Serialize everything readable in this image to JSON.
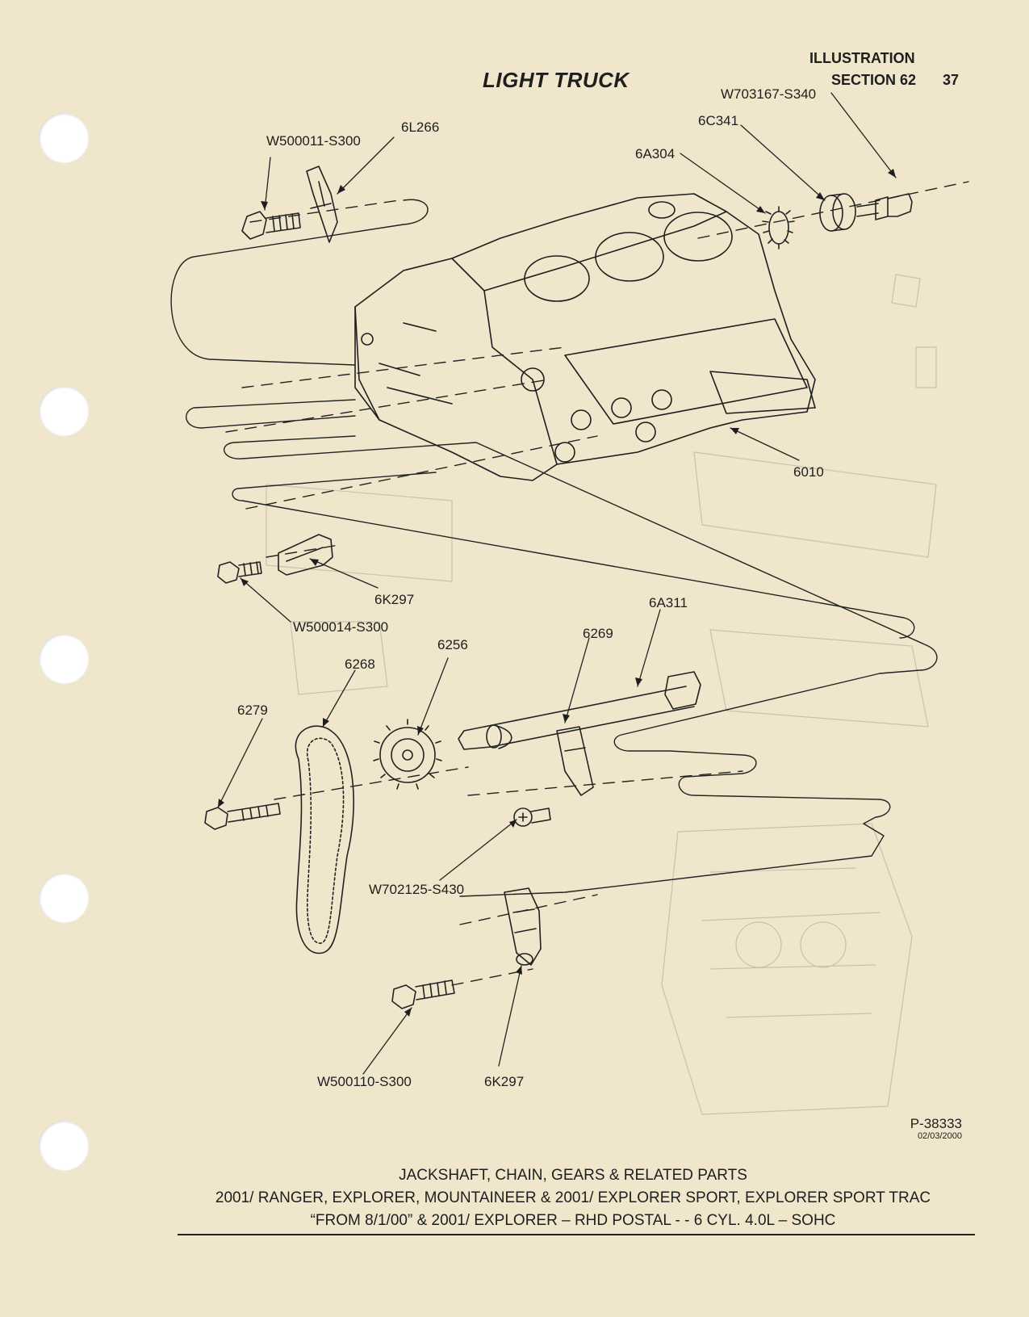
{
  "header": {
    "title": "LIGHT TRUCK",
    "illustration": "ILLUSTRATION",
    "section": "SECTION 62",
    "page_number": "37"
  },
  "parts": [
    {
      "id": "W500011-S300"
    },
    {
      "id": "6L266"
    },
    {
      "id": "W703167-S340"
    },
    {
      "id": "6C341"
    },
    {
      "id": "6A304"
    },
    {
      "id": "6010"
    },
    {
      "id": "6K297"
    },
    {
      "id": "W500014-S300"
    },
    {
      "id": "6A311"
    },
    {
      "id": "6269"
    },
    {
      "id": "6256"
    },
    {
      "id": "6268"
    },
    {
      "id": "6279"
    },
    {
      "id": "W702125-S430"
    },
    {
      "id": "W500110-S300"
    },
    {
      "id": "6K297"
    }
  ],
  "figure_ref": "P-38333",
  "figure_date": "02/03/2000",
  "caption": {
    "line1": "JACKSHAFT, CHAIN, GEARS & RELATED PARTS",
    "line2": "2001/ RANGER, EXPLORER, MOUNTAINEER & 2001/ EXPLORER SPORT, EXPLORER SPORT TRAC",
    "line3": "“FROM 8/1/00” & 2001/ EXPLORER – RHD POSTAL - - 6 CYL. 4.0L – SOHC"
  }
}
